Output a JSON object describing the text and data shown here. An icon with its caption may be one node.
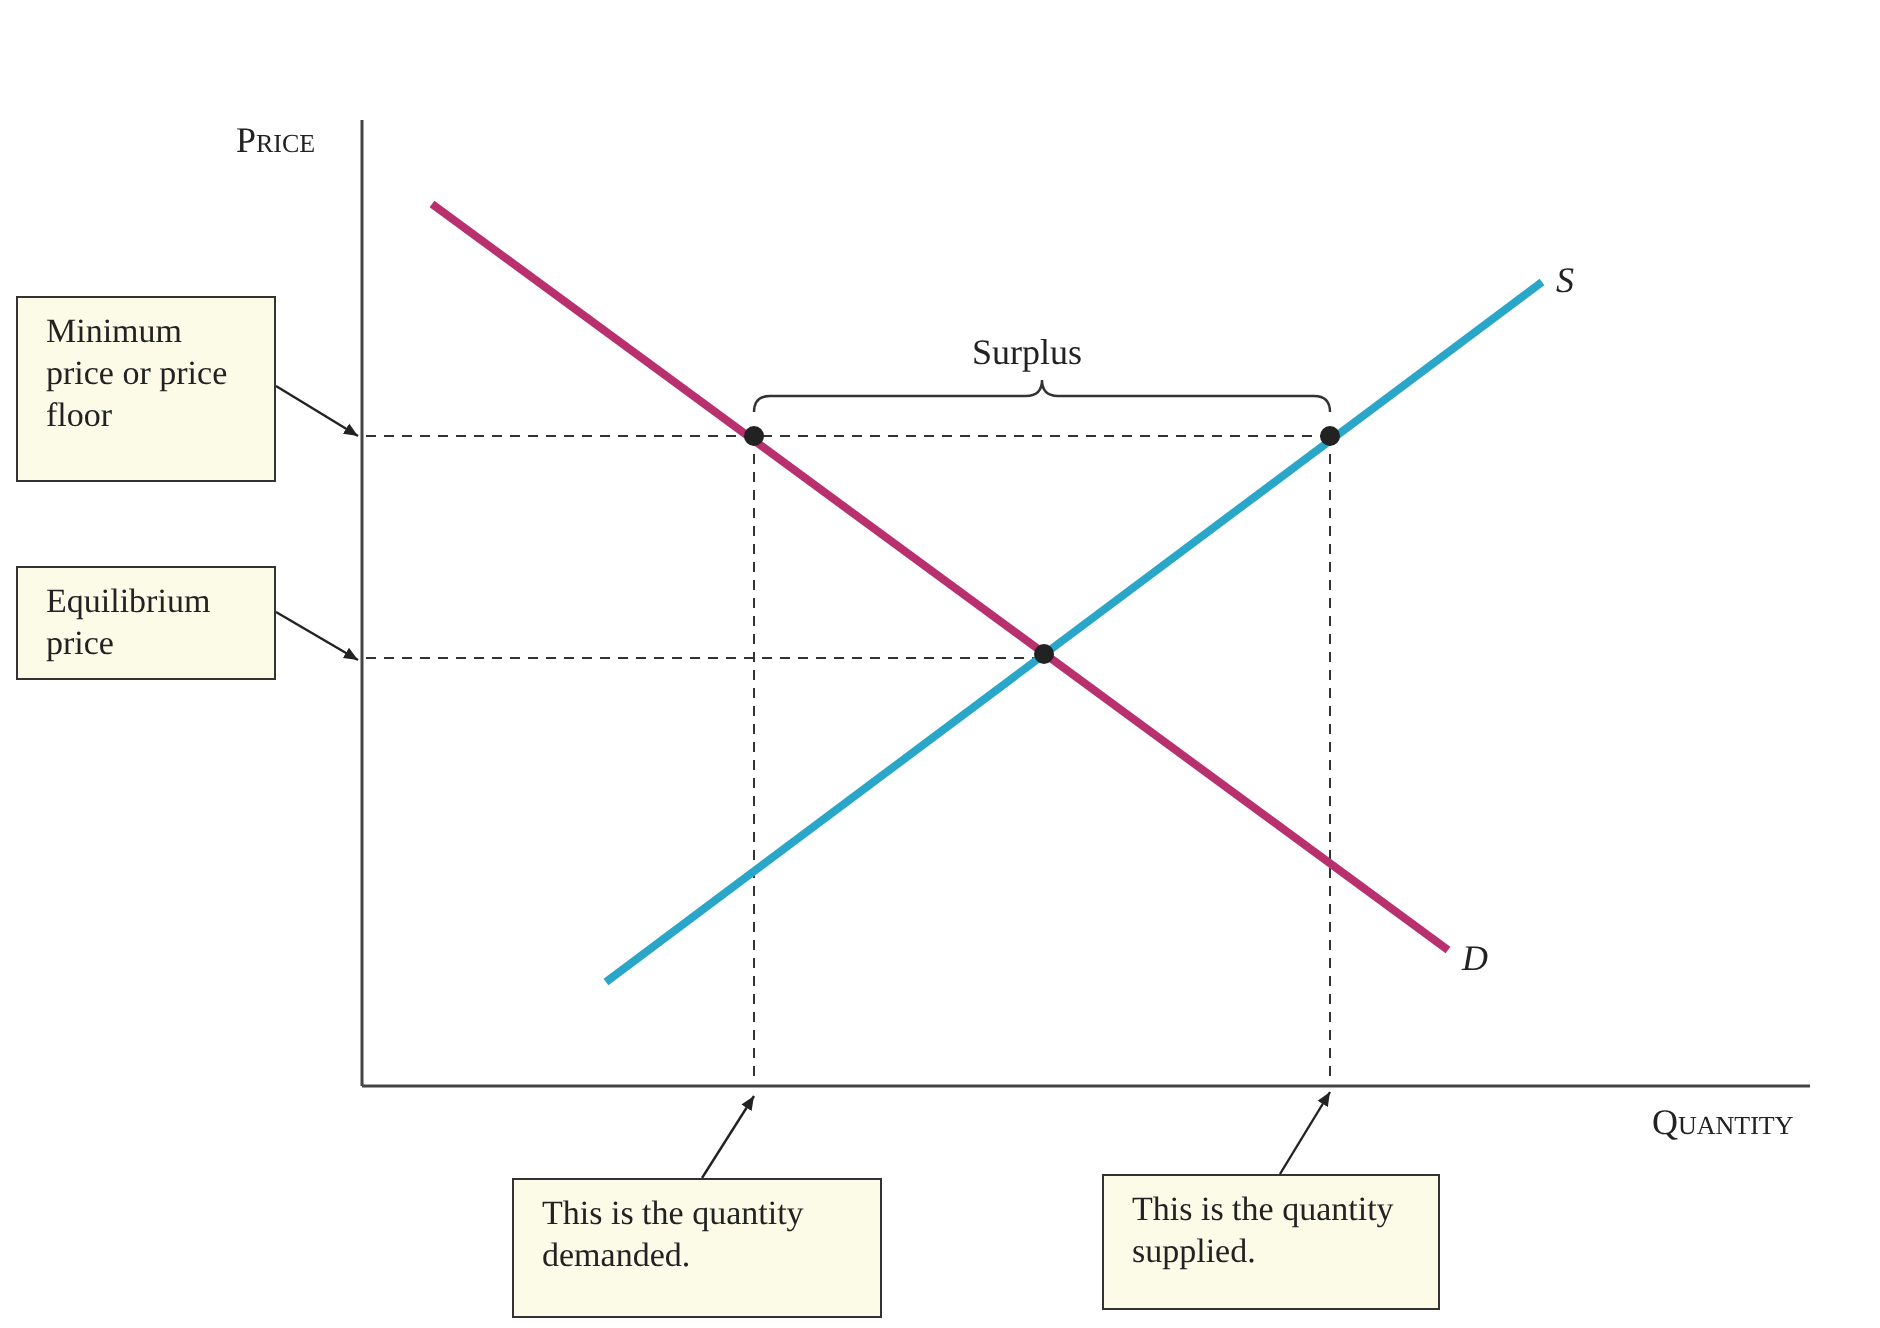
{
  "diagram": {
    "nodes": [
      {
        "text": [
          "Minimum price or price floor"
        ]
      },
      {
        "text": [
          "Equilibrium price"
        ]
      },
      {
        "text": [
          "This is the quantity demanded."
        ]
      },
      {
        "text": [
          "This is the quantity supplied."
        ]
      }
    ],
    "edges": [
      {
        "from": 0,
        "to": null,
        "arrow": "to"
      },
      {
        "from": 1,
        "to": null,
        "arrow": "to"
      },
      {
        "from": 2,
        "to": null,
        "arrow": "to"
      },
      {
        "from": 3,
        "to": null,
        "arrow": "to"
      }
    ],
    "labels": [
      "Price",
      "S",
      "Surplus",
      "D",
      "Quantity"
    ]
  }
}
